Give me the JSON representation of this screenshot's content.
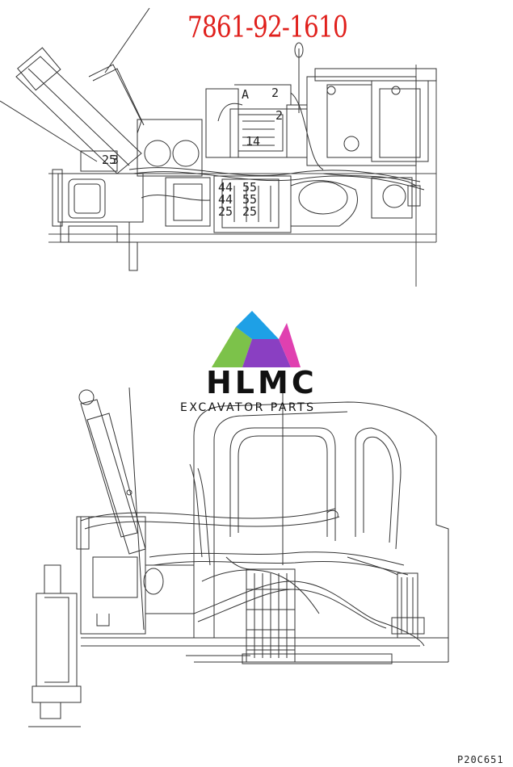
{
  "header": {
    "part_number": "7861-92-1610"
  },
  "callouts": {
    "c1": "A",
    "c2": "2",
    "c3": "25",
    "c4": "2",
    "c5": "14",
    "c6": "3",
    "c7": "44",
    "c8": "44",
    "c9": "25",
    "c10": "55",
    "c11": "55",
    "c12": "25"
  },
  "logo": {
    "name": "HLMC",
    "tagline": "EXCAVATOR PARTS",
    "colors": {
      "yellow": "#e8e23a",
      "green": "#7cc24a",
      "blue": "#1ea0e6",
      "purple": "#8a3fc2",
      "magenta": "#e040b0"
    }
  },
  "footer": {
    "drawing_code": "P20C651"
  }
}
